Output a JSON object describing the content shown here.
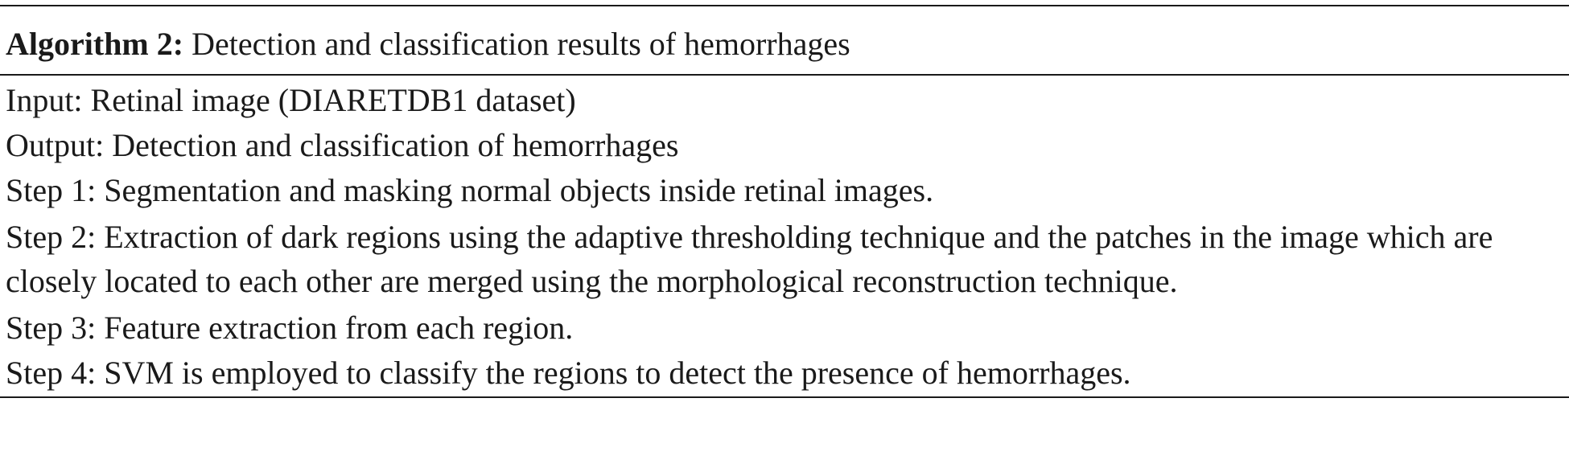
{
  "algorithm": {
    "label": "Algorithm 2:",
    "title": "Detection and classification results of hemorrhages",
    "lines": [
      "Input: Retinal image (DIARETDB1 dataset)",
      "Output: Detection and classification of hemorrhages",
      "Step 1: Segmentation and masking normal objects inside retinal images.",
      "Step 2: Extraction of dark regions using the adaptive thresholding technique and the patches in the image which are closely located to each other are merged using the morphological reconstruction technique.",
      "Step 3: Feature extraction from each region.",
      "Step 4: SVM is employed to classify the regions to detect the presence of hemorrhages."
    ]
  }
}
